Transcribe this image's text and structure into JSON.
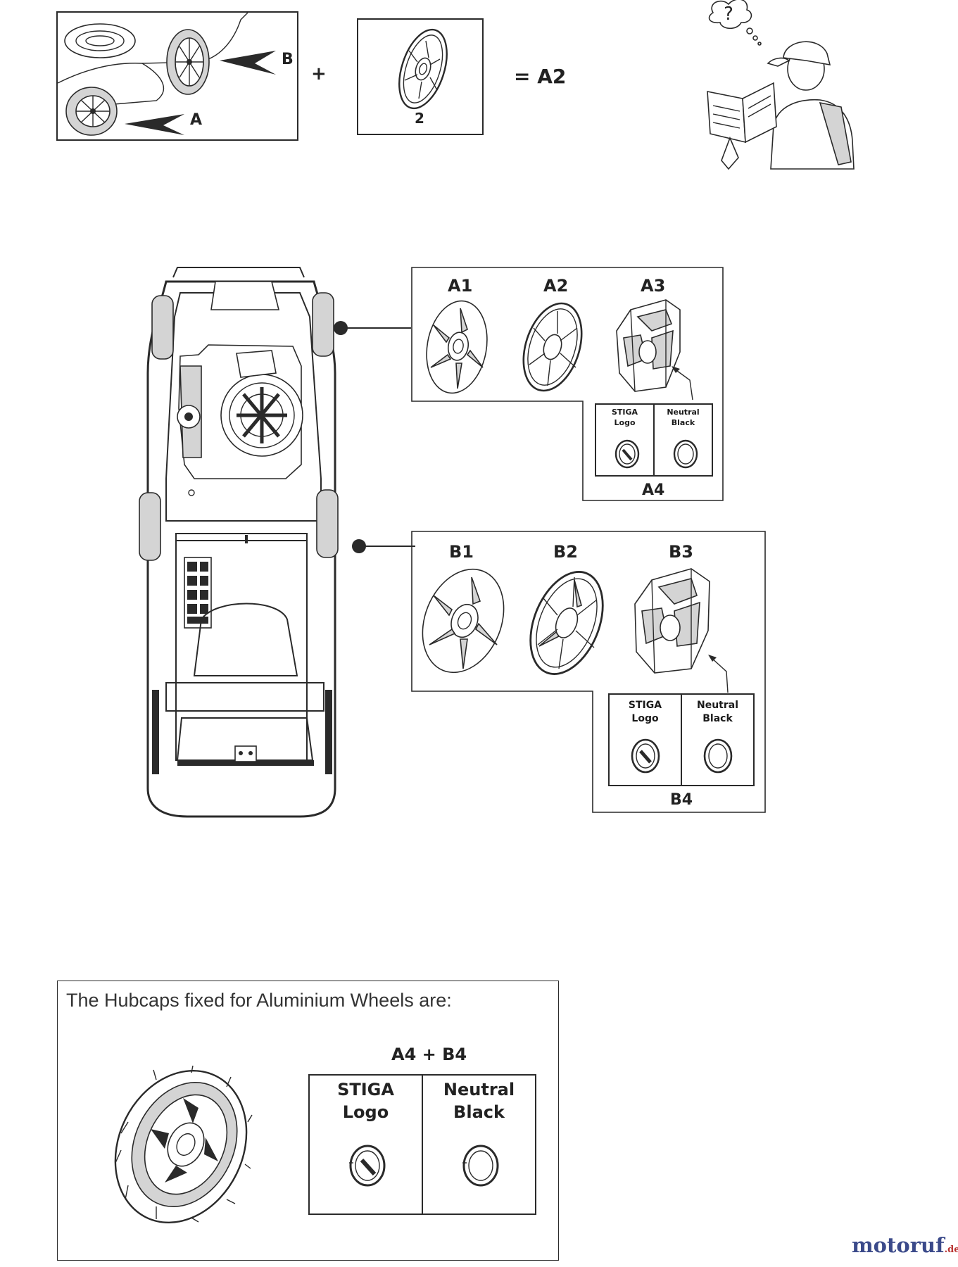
{
  "top": {
    "wheel_labels": {
      "b": "B",
      "a": "A"
    },
    "plus": "+",
    "part_number": "2",
    "equals": "= A2",
    "question_mark": "?"
  },
  "front_group": {
    "items": [
      "A1",
      "A2",
      "A3"
    ],
    "sub": {
      "left": "STIGA\nLogo",
      "right": "Neutral\nBlack"
    },
    "sub_label": "A4"
  },
  "rear_group": {
    "items": [
      "B1",
      "B2",
      "B3"
    ],
    "sub": {
      "left": "STIGA\nLogo",
      "right": "Neutral\nBlack"
    },
    "sub_label": "B4"
  },
  "aluminium": {
    "title": "The Hubcaps  fixed for Aluminium Wheels are:",
    "combo": "A4 + B4",
    "left": "STIGA\nLogo",
    "right": "Neutral\nBlack"
  },
  "watermark": {
    "main": "motoruf",
    "suffix": ".de"
  },
  "colors": {
    "line": "#2a2a2a",
    "wheel_gray": "#d4d4d4",
    "logo_blue": "#3b4a8a",
    "logo_red": "#b8312f"
  }
}
